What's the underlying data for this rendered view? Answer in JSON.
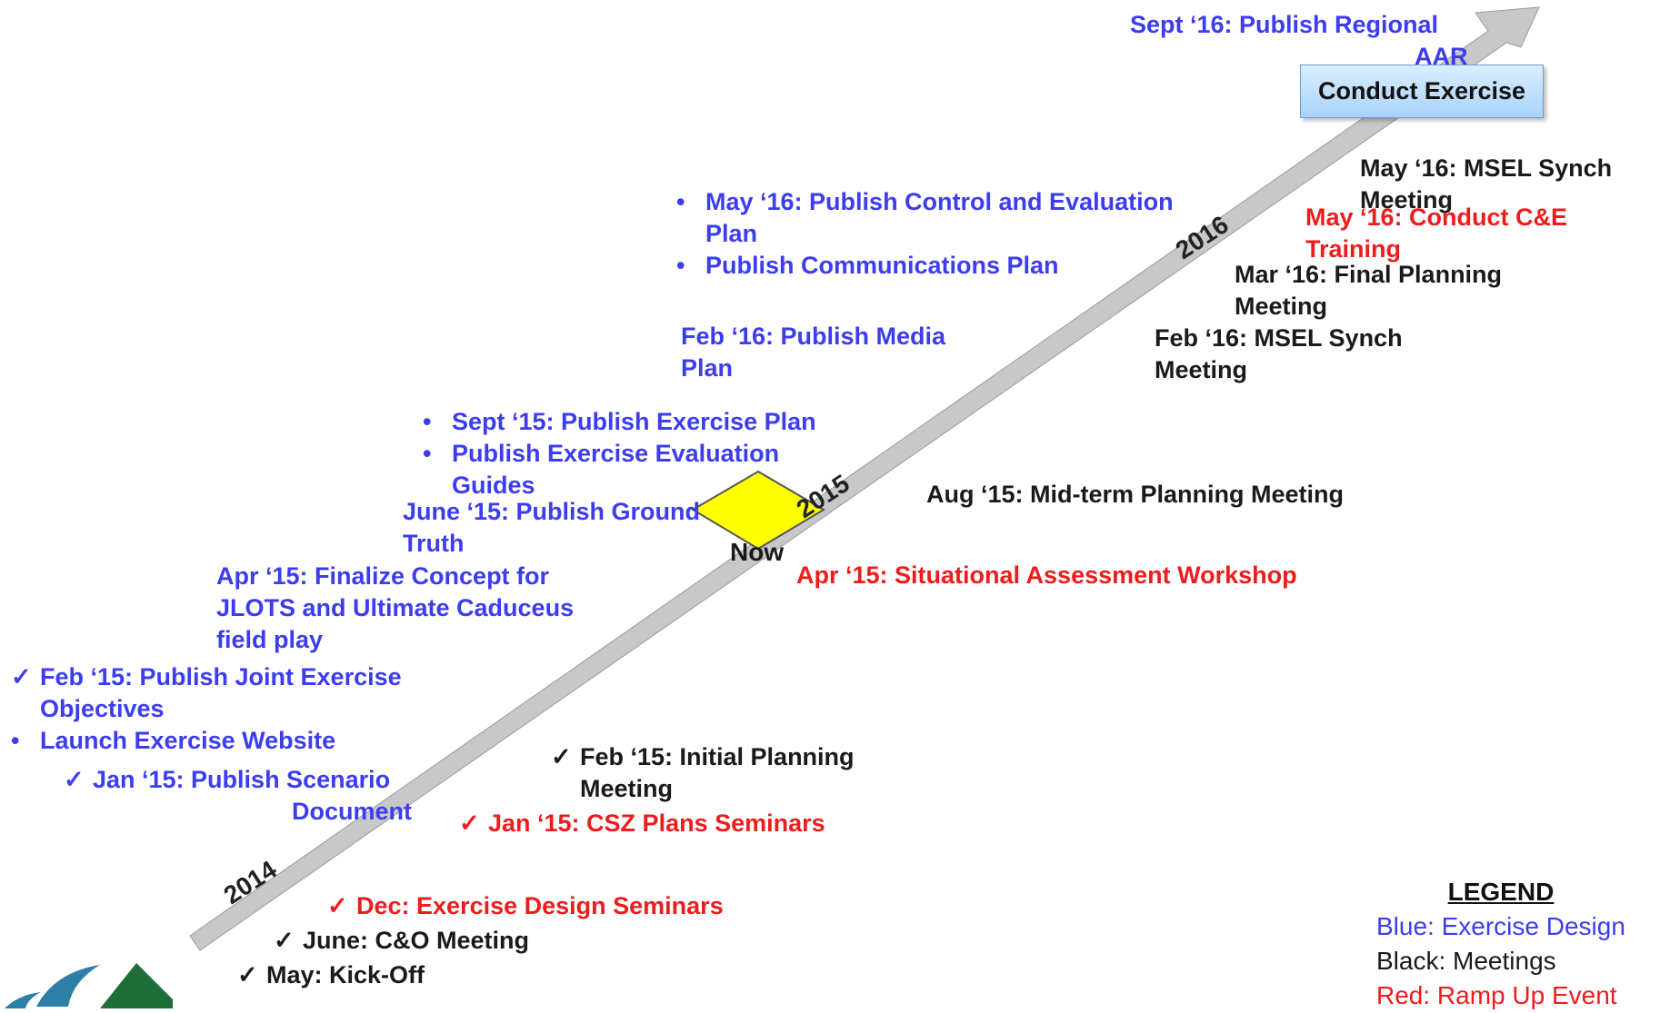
{
  "colors": {
    "design": "#3c3cf0",
    "meeting": "#1a1a1a",
    "rampup": "#ee1c1c",
    "arrow": "#c8c8c8"
  },
  "years": {
    "y2014": "2014",
    "y2015": "2015",
    "y2016": "2016"
  },
  "now_label": "Now",
  "exercise_box": "Conduct Exercise",
  "regional_aar": {
    "line1": "Sept ‘16: Publish Regional",
    "line2": "AAR"
  },
  "design": {
    "may16": [
      "May ‘16: Publish Control and Evaluation",
      "Plan"
    ],
    "comms": "Publish Communications Plan",
    "feb16": [
      "Feb ‘16: Publish Media",
      "Plan"
    ],
    "sept15": "Sept ‘15: Publish Exercise Plan",
    "eval_guides": [
      "Publish Exercise Evaluation",
      "Guides"
    ],
    "june15": [
      "June ‘15: Publish Ground",
      "Truth"
    ],
    "apr15": [
      "Apr ‘15: Finalize Concept for",
      "JLOTS and Ultimate Caduceus",
      "field play"
    ],
    "feb15": [
      "Feb ‘15: Publish Joint Exercise",
      "Objectives"
    ],
    "website": "Launch Exercise Website",
    "jan15": [
      "Jan ‘15: Publish Scenario",
      "Document"
    ]
  },
  "meetings": {
    "may16_msel": [
      "May ‘16: MSEL Synch",
      "Meeting"
    ],
    "mar16": [
      "Mar ‘16: Final Planning",
      "Meeting"
    ],
    "feb16_msel": [
      "Feb ‘16: MSEL Synch",
      "Meeting"
    ],
    "aug15": "Aug ‘15: Mid-term Planning Meeting",
    "feb15": [
      "Feb ‘15: Initial Planning",
      "Meeting"
    ],
    "june": "June: C&O Meeting",
    "may": "May:  Kick-Off"
  },
  "rampup": {
    "may16_ce": [
      "May ‘16: Conduct C&E",
      "Training"
    ],
    "apr15": "Apr ‘15: Situational Assessment Workshop",
    "jan15": "Jan ‘15:  CSZ Plans Seminars",
    "dec": "Dec: Exercise Design Seminars"
  },
  "legend": {
    "title": "LEGEND",
    "design": "Blue: Exercise Design",
    "meetings": "Black: Meetings",
    "rampup": "Red: Ramp Up Event"
  }
}
